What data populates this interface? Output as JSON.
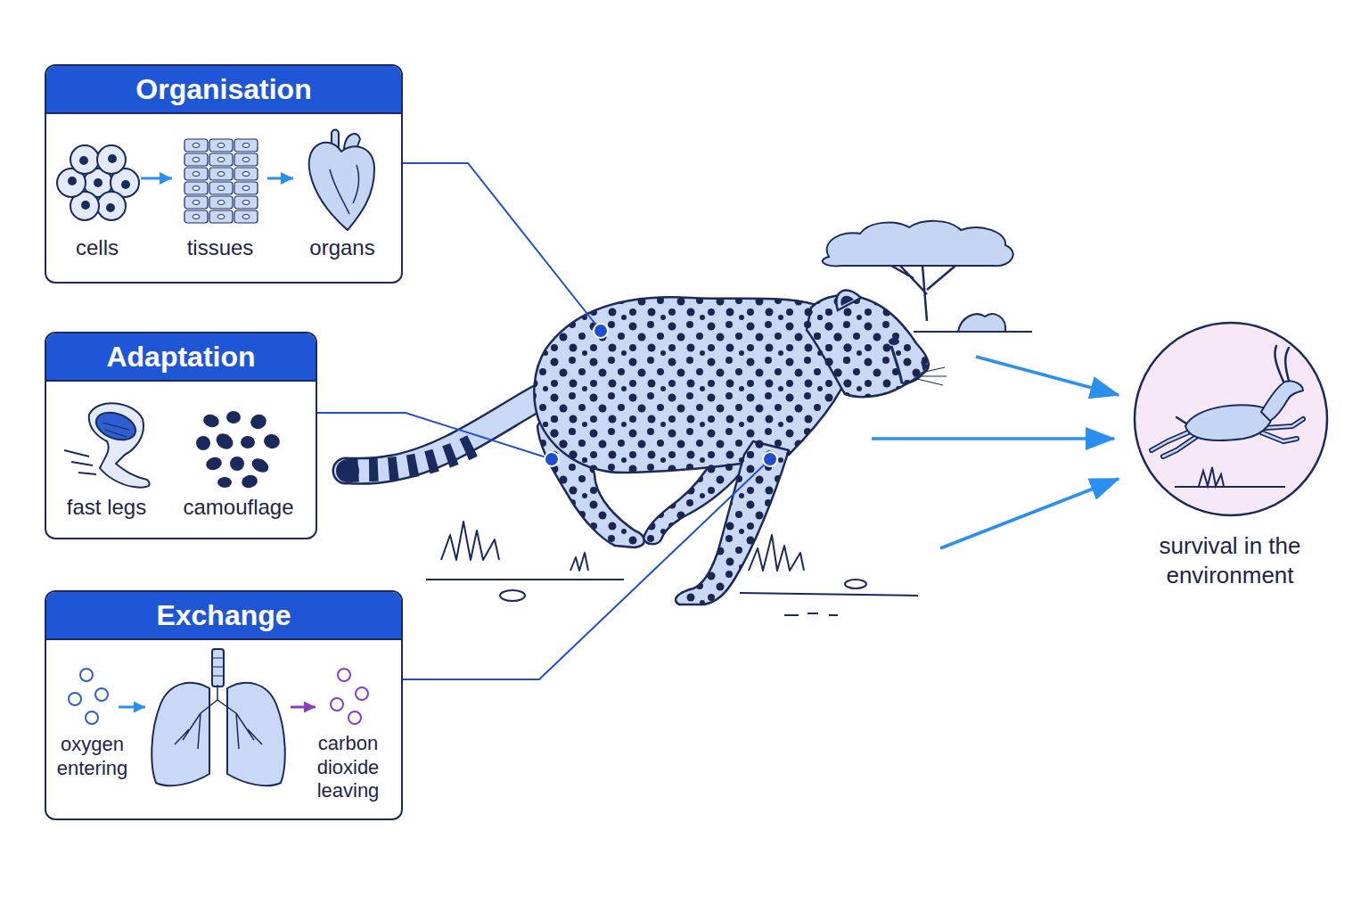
{
  "diagram": {
    "nodes": [
      {
        "text": [
          "Organisation"
        ]
      },
      {
        "text": [
          "cells"
        ],
        "in": 0
      },
      {
        "text": [
          "tissues"
        ],
        "in": 0
      },
      {
        "text": [
          "organs"
        ],
        "in": 0
      },
      {
        "text": [
          "Adaptation"
        ]
      },
      {
        "text": [
          "fast legs"
        ],
        "in": 4
      },
      {
        "text": [
          "camouflage"
        ],
        "in": 4
      },
      {
        "text": [
          "Exchange"
        ]
      },
      {
        "text": [
          "oxygen entering"
        ],
        "in": 7
      },
      {
        "text": [
          "carbon dioxide leaving"
        ],
        "in": 7
      },
      {
        "text": [
          "survival in the environment"
        ]
      }
    ],
    "edges": [
      {
        "from": 1,
        "to": 2,
        "arrow": "to"
      },
      {
        "from": 2,
        "to": 3,
        "arrow": "to"
      }
    ]
  }
}
